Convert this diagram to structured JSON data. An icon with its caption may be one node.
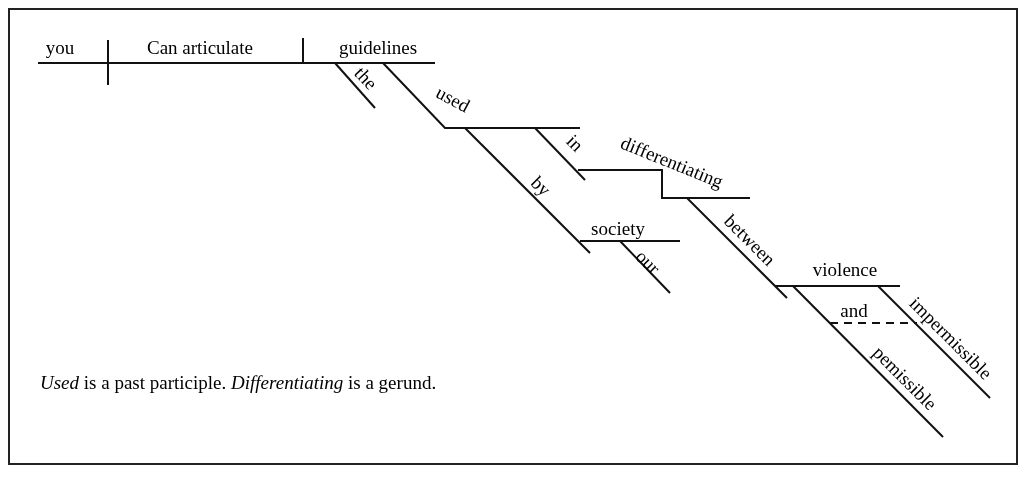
{
  "diagram": {
    "labels": [
      "you",
      "Can articulate",
      "guidelines",
      "the",
      "used",
      "in",
      "differentiating",
      "by",
      "society",
      "our",
      "between",
      "violence",
      "and",
      "impermissible",
      "pemissible",
      "*Used* is a past participle. *Differentiating* is a gerund."
    ]
  }
}
